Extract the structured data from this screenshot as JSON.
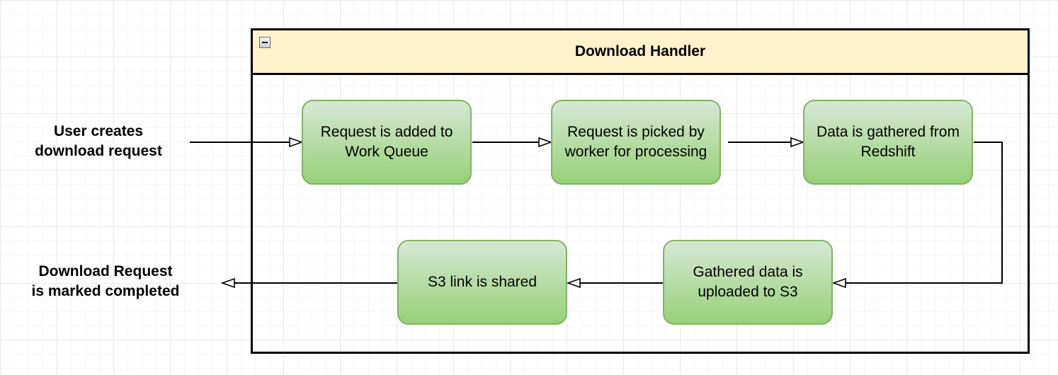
{
  "container": {
    "title": "Download Handler"
  },
  "external": {
    "start_label": "User creates\ndownload request",
    "end_label": "Download Request\nis marked completed"
  },
  "nodes": {
    "add_to_queue": "Request is added to Work Queue",
    "picked_by_worker": "Request is picked by worker for processing",
    "gather_from_redshift": "Data is gathered from Redshift",
    "upload_to_s3": "Gathered data is uploaded to S3",
    "s3_link_shared": "S3 link is shared"
  },
  "colors": {
    "container_header_fill": "#fff2cc",
    "node_fill_top": "#d5e8d4",
    "node_fill_bottom": "#97d077",
    "node_stroke": "#82b366",
    "edge_stroke": "#000000"
  }
}
